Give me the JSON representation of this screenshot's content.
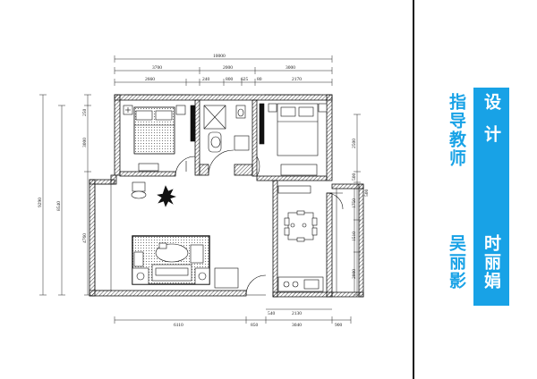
{
  "panel": {
    "designer_label": "设计",
    "designer_name": "时丽娟",
    "advisor_label": "指导教师",
    "advisor_name": "吴丽影",
    "accent_color": "#18a2e6"
  },
  "plan": {
    "wall_color": "#111111",
    "dimensions": {
      "overall_top": "10000",
      "top_row1": [
        "3700",
        "2000",
        "3000"
      ],
      "top_row2": [
        "2660",
        "240",
        "800",
        "625",
        "80",
        "2170"
      ],
      "bottom": [
        "6110",
        "850",
        "3040",
        "900"
      ],
      "bottom_inner": [
        "540",
        "2130"
      ],
      "left_outer": "9290",
      "left_mid": "8540",
      "left_inner": [
        "250",
        "3000",
        "4760"
      ],
      "right_inner": [
        "2500",
        "500",
        "1750",
        "1510",
        "2000"
      ],
      "right_extra": "500"
    }
  }
}
